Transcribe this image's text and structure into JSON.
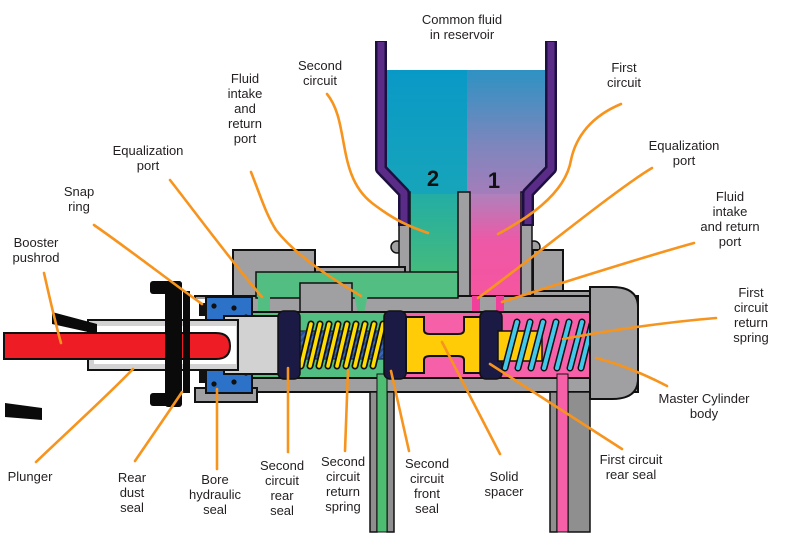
{
  "title": "Common fluid\nin reservoir",
  "numbers": {
    "second_circuit": "2",
    "first_circuit": "1"
  },
  "labels": {
    "common_fluid": "Common fluid\nin reservoir",
    "second_circuit": "Second\ncircuit",
    "first_circuit": "First\ncircuit",
    "fluid_intake_left": "Fluid\nintake\nand\nreturn\nport",
    "equalization_left": "Equalization\nport",
    "snap_ring": "Snap\nring",
    "booster_pushrod": "Booster\npushrod",
    "equalization_right": "Equalization\nport",
    "fluid_intake_right": "Fluid\nintake\nand return\nport",
    "first_return_spring": "First circuit\nreturn\nspring",
    "master_body": "Master Cylinder\nbody",
    "first_rear_seal": "First circuit\nrear seal",
    "plunger": "Plunger",
    "rear_dust_seal": "Rear\ndust\nseal",
    "bore_hydraulic_seal": "Bore\nhydraulic\nseal",
    "second_rear_seal": "Second\ncircuit\nrear\nseal",
    "second_return_spring": "Second\ncircuit\nreturn\nspring",
    "second_front_seal": "Second\ncircuit\nfront\nseal",
    "solid_spacer": "Solid\nspacer"
  },
  "colors": {
    "c-leader": "#F7941D",
    "c-text": "#231F20",
    "c-body": "#A0A0A2",
    "c-lightgray": "#D2D2D2",
    "c-wall": "#5B2C87",
    "c-fluidleft": "#0999C6",
    "c-green": "#52BE82",
    "c-greenpipe": "#4DBE71",
    "c-pink": "#F660A8",
    "c-pinkdeep": "#F23F9C",
    "c-blueseal": "#2B72C8",
    "c-navy": "#1A1A45",
    "c-yellow": "#FFDD00",
    "c-yellowdeep": "#FFCC07",
    "c-cyan": "#41C7E9",
    "c-shaft": "#3A68B8",
    "c-red": "#EE1C25",
    "c-pipewall": "#8F8F8F"
  }
}
